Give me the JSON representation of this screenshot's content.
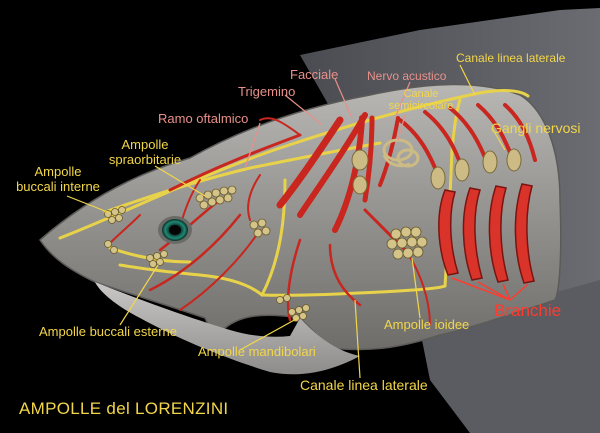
{
  "title": "AMPOLLE del LORENZINI",
  "labels": {
    "canale_linea_laterale_top": "Canale linea laterale",
    "gangli_nervosi": "Gangli nervosi",
    "nervo_acustico": "Nervo acustico",
    "canale_semicircolare_1": "Canale",
    "canale_semicircolare_2": "semicircolare",
    "facciale": "Facciale",
    "trigemino": "Trigemino",
    "ramo_oftalmico": "Ramo oftalmico",
    "ampolle_spraorbitarie_1": "Ampolle",
    "ampolle_spraorbitarie_2": "spraorbitarie",
    "ampolle_buccali_interne_1": "Ampolle",
    "ampolle_buccali_interne_2": "buccali interne",
    "ampolle_buccali_esterne": "Ampolle buccali esterne",
    "ampolle_mandibolari": "Ampolle mandibolari",
    "canale_linea_laterale_bottom": "Canale linea laterale",
    "ampolle_ioidee": "Ampolle ioidee",
    "branchie": "Branchie"
  },
  "colors": {
    "label_yellow": "#f2d64a",
    "nerve_pink": "#e8908a",
    "branchie_red": "#ff3b2e",
    "nerve_red": "#c8261e",
    "canal_yellow": "#e8d24a",
    "body_gray": "#9a9896"
  }
}
